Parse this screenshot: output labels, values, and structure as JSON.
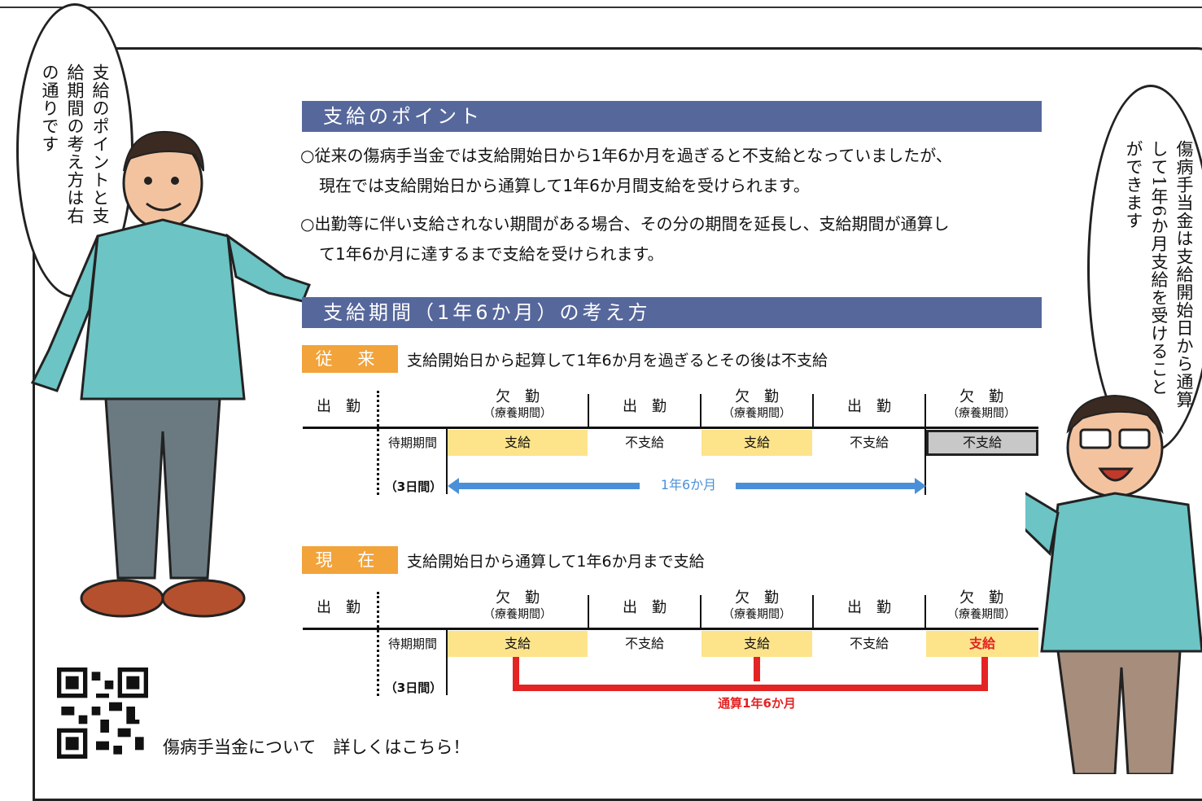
{
  "left_bubble": {
    "text": "支給のポイントと支給期間の考え方は右の通りです"
  },
  "right_bubble": {
    "text": "傷病手当金は支給開始日から通算して1年6か月支給を受けることができます"
  },
  "section1": {
    "title": "支給のポイント",
    "points": [
      "○従来の傷病手当金では支給開始日から1年6か月を過ぎると不支給となっていましたが、",
      "現在では支給開始日から通算して1年6か月間支給を受けられます。",
      "○出勤等に伴い支給されない期間がある場合、その分の期間を延長し、支給期間が通算し",
      "て1年6か月に達するまで支給を受けられます。"
    ]
  },
  "section2": {
    "title": "支給期間（1年6か月）の考え方",
    "old": {
      "tag": "従 来",
      "caption": "支給開始日から起算して1年6か月を過ぎるとその後は不支給",
      "headers": [
        "出　勤",
        "欠　勤",
        "（療養期間）",
        "出　勤",
        "欠　勤",
        "（療養期間）",
        "出　勤",
        "欠　勤",
        "（療養期間）"
      ],
      "wait": "待期期間",
      "cells": [
        "支給",
        "不支給",
        "支給",
        "不支給",
        "不支給"
      ],
      "days": "（3日間）",
      "arrow": "1年6か月"
    },
    "new": {
      "tag": "現 在",
      "caption": "支給開始日から通算して1年6か月まで支給",
      "headers": [
        "出　勤",
        "欠　勤",
        "（療養期間）",
        "出　勤",
        "欠　勤",
        "（療養期間）",
        "出　勤",
        "欠　勤",
        "（療養期間）"
      ],
      "wait": "待期期間",
      "cells": [
        "支給",
        "不支給",
        "支給",
        "不支給",
        "支給"
      ],
      "days": "（3日間）",
      "total": "通算1年6か月"
    }
  },
  "footer": {
    "text": "傷病手当金について　詳しくはこちら！"
  },
  "colors": {
    "bar": "#56679b",
    "tag": "#f2a33a",
    "pay": "#fde48a",
    "arrow": "#4a90d9",
    "red": "#e42323"
  }
}
